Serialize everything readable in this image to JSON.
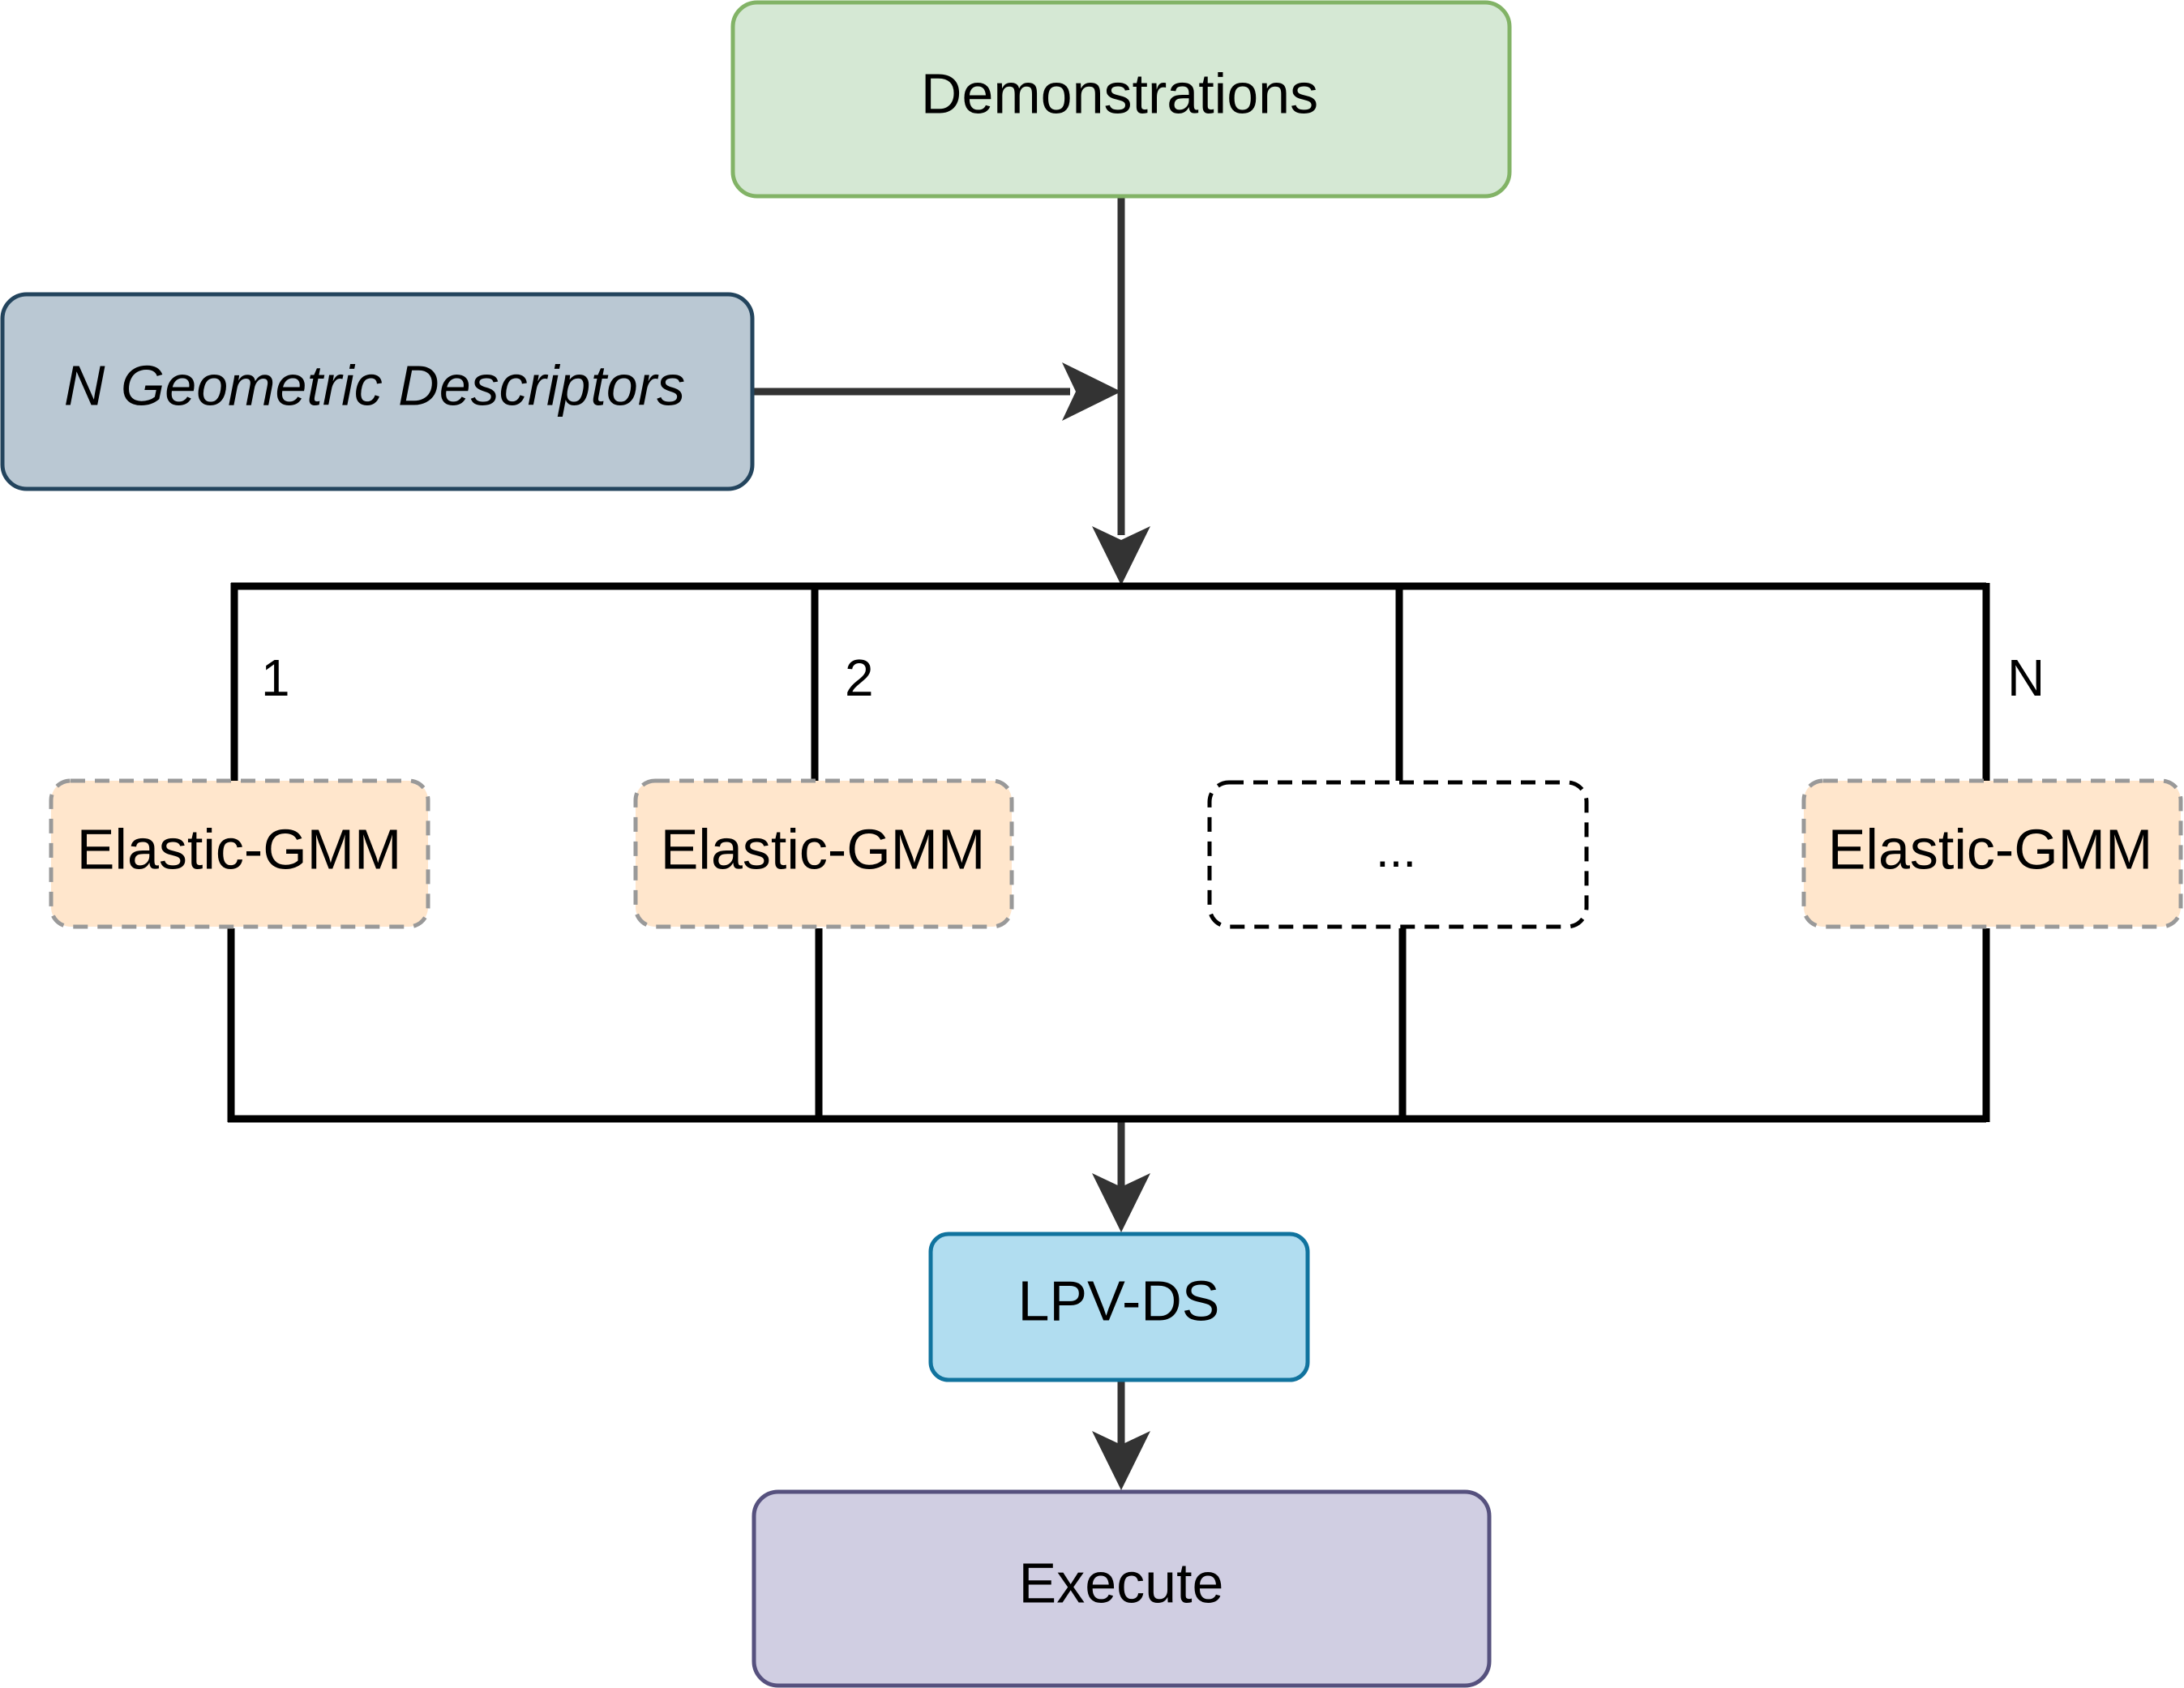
{
  "nodes": {
    "demonstrations": {
      "label": "Demonstrations",
      "fill": "#d5e8d4",
      "stroke": "#82b366"
    },
    "descriptors": {
      "label": "N Geometric Descriptors",
      "fill": "#bac8d3",
      "stroke": "#23445d"
    },
    "gmm_1": {
      "label": "Elastic-GMM",
      "fill": "#ffe6cc",
      "stroke": "#999999"
    },
    "gmm_2": {
      "label": "Elastic-GMM",
      "fill": "#ffe6cc",
      "stroke": "#999999"
    },
    "gmm_more": {
      "label": "...",
      "fill": "#ffffff",
      "stroke": "#000000"
    },
    "gmm_n": {
      "label": "Elastic-GMM",
      "fill": "#ffe6cc",
      "stroke": "#999999"
    },
    "lpv_ds": {
      "label": "LPV-DS",
      "fill": "#b1ddf0",
      "stroke": "#10739e"
    },
    "execute": {
      "label": "Execute",
      "fill": "#d0cee2",
      "stroke": "#56517e"
    }
  },
  "branch_labels": {
    "first": "1",
    "second": "2",
    "last": "N"
  },
  "colors": {
    "connector": "#333333",
    "frame": "#000000"
  }
}
